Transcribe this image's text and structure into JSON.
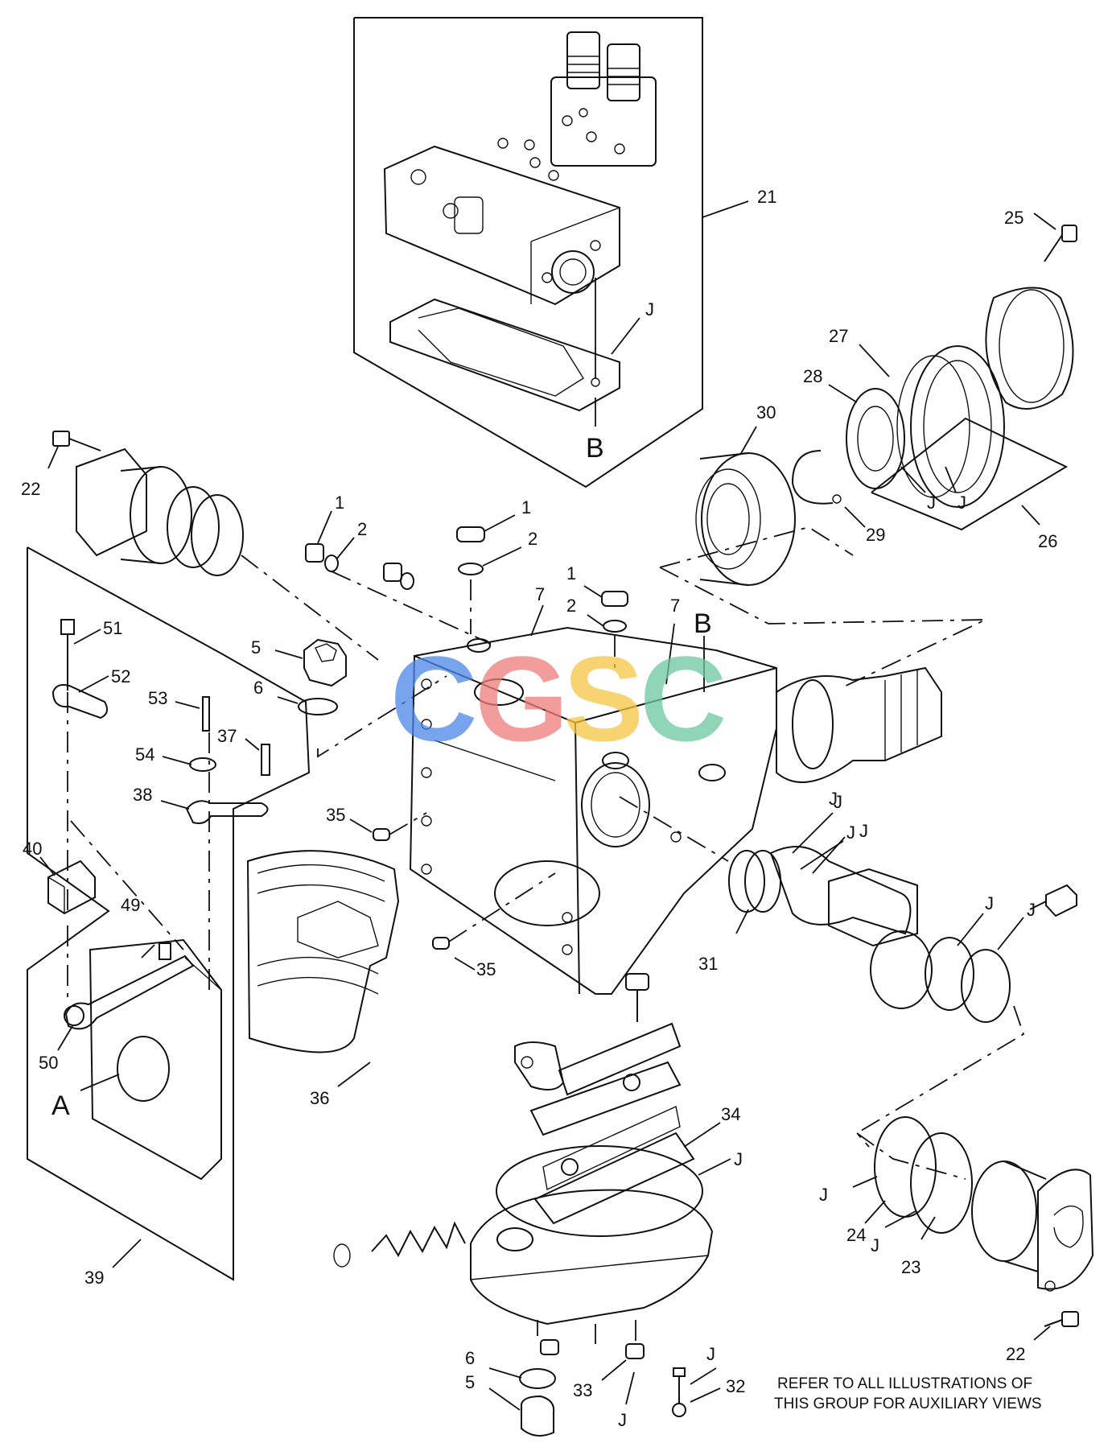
{
  "watermark": {
    "letters": [
      "C",
      "G",
      "S",
      "C"
    ],
    "colors": [
      "#4a86e8",
      "#f07c7c",
      "#f5c542",
      "#6cc7a0"
    ]
  },
  "labels": {
    "l1a": "1",
    "l1b": "1",
    "l1c": "1",
    "l2a": "2",
    "l2b": "2",
    "l2c": "2",
    "l5a": "5",
    "l5b": "5",
    "l6a": "6",
    "l6b": "6",
    "l7a": "7",
    "l7b": "7",
    "l21": "21",
    "l22a": "22",
    "l22b": "22",
    "l23": "23",
    "l24": "24",
    "l25": "25",
    "l26": "26",
    "l27": "27",
    "l28": "28",
    "l29": "29",
    "l30": "30",
    "l31": "31",
    "l32": "32",
    "l33": "33",
    "l34": "34",
    "l35a": "35",
    "l35b": "35",
    "l36": "36",
    "l37": "37",
    "l38": "38",
    "l39": "39",
    "l40": "40",
    "l49": "49",
    "l50": "50",
    "l51": "51",
    "l52": "52",
    "l53": "53",
    "l54": "54",
    "j1": "J",
    "j2": "J",
    "j3": "J",
    "j4": "J",
    "j5": "J",
    "j6": "J",
    "j7": "J",
    "j8": "J",
    "j9": "J",
    "j10": "J",
    "j11": "J",
    "j12": "J",
    "j13": "J",
    "j14": "J"
  },
  "view_markers": {
    "b_top": "B",
    "b_body": "B",
    "a_left": "A"
  },
  "note_lines": [
    "REFER TO ALL ILLUSTRATIONS OF",
    "THIS GROUP FOR AUXILIARY VIEWS"
  ]
}
